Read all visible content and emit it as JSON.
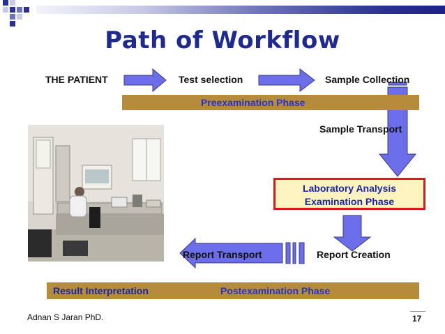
{
  "title": "Path of Workflow",
  "flow": {
    "patient": "THE PATIENT",
    "test_selection": "Test selection",
    "sample_collection": "Sample Collection",
    "sample_transport": "Sample Transport",
    "lab_analysis": "Laboratory Analysis",
    "examination_phase": "Examination Phase",
    "report_creation": "Report Creation",
    "report_transport": "Report Transport"
  },
  "phases": {
    "preexamination": "Preexamination Phase",
    "result_interpretation": "Result Interpretation",
    "postexamination": "Postexamination Phase"
  },
  "footer": {
    "author": "Adnan S Jaran PhD.",
    "page_number": "17"
  },
  "colors": {
    "title": "#1f2a8c",
    "arrow_fill": "#6b6ee8",
    "phase_bar": "#b48c3c",
    "phase_text": "#2a2fd0",
    "highlight_border": "#d41a1a",
    "highlight_fill": "#fdf3bf"
  }
}
